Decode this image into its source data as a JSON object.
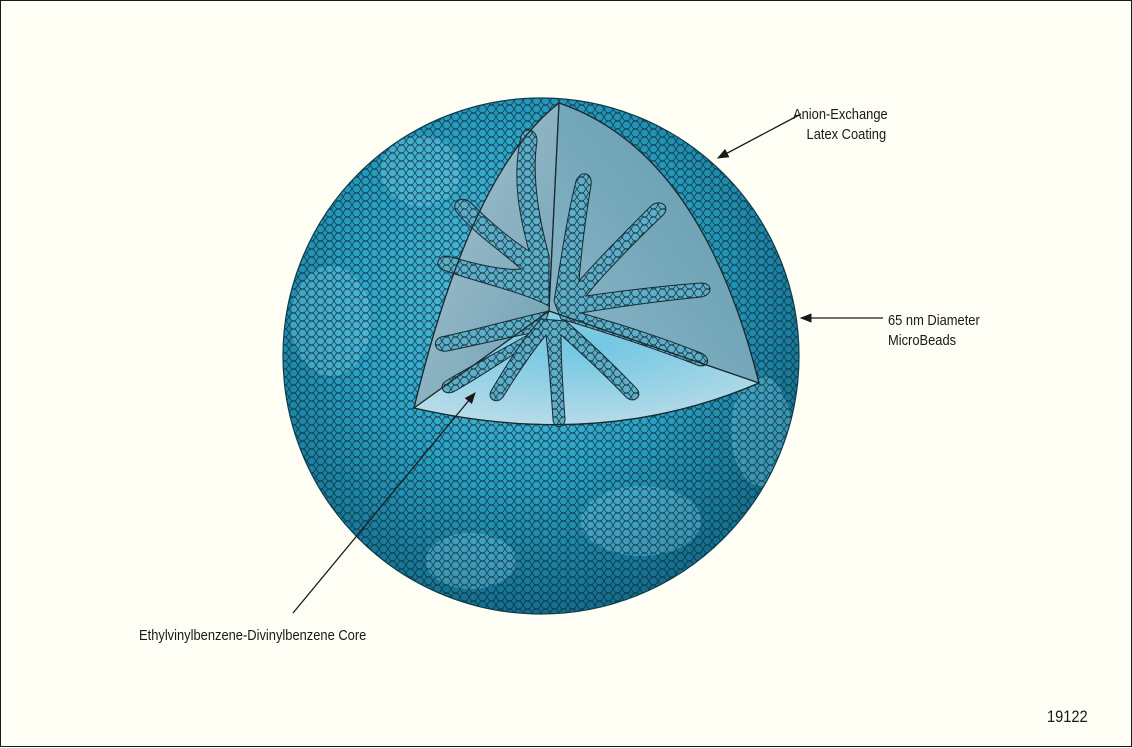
{
  "labels": {
    "latex_coating": [
      "Anion-Exchange",
      "Latex Coating"
    ],
    "microbeads": [
      "65 nm Diameter",
      "MicroBeads"
    ],
    "core": "Ethylvinylbenzene-Divinylbenzene Core"
  },
  "figure_id": "19122",
  "colors": {
    "background": "#fffef4",
    "sphere": "#2aa3c6",
    "sphere_dark": "#136e8e",
    "bead_outline": "#0c2a36",
    "cutaway_face": "#8ab4c4"
  }
}
